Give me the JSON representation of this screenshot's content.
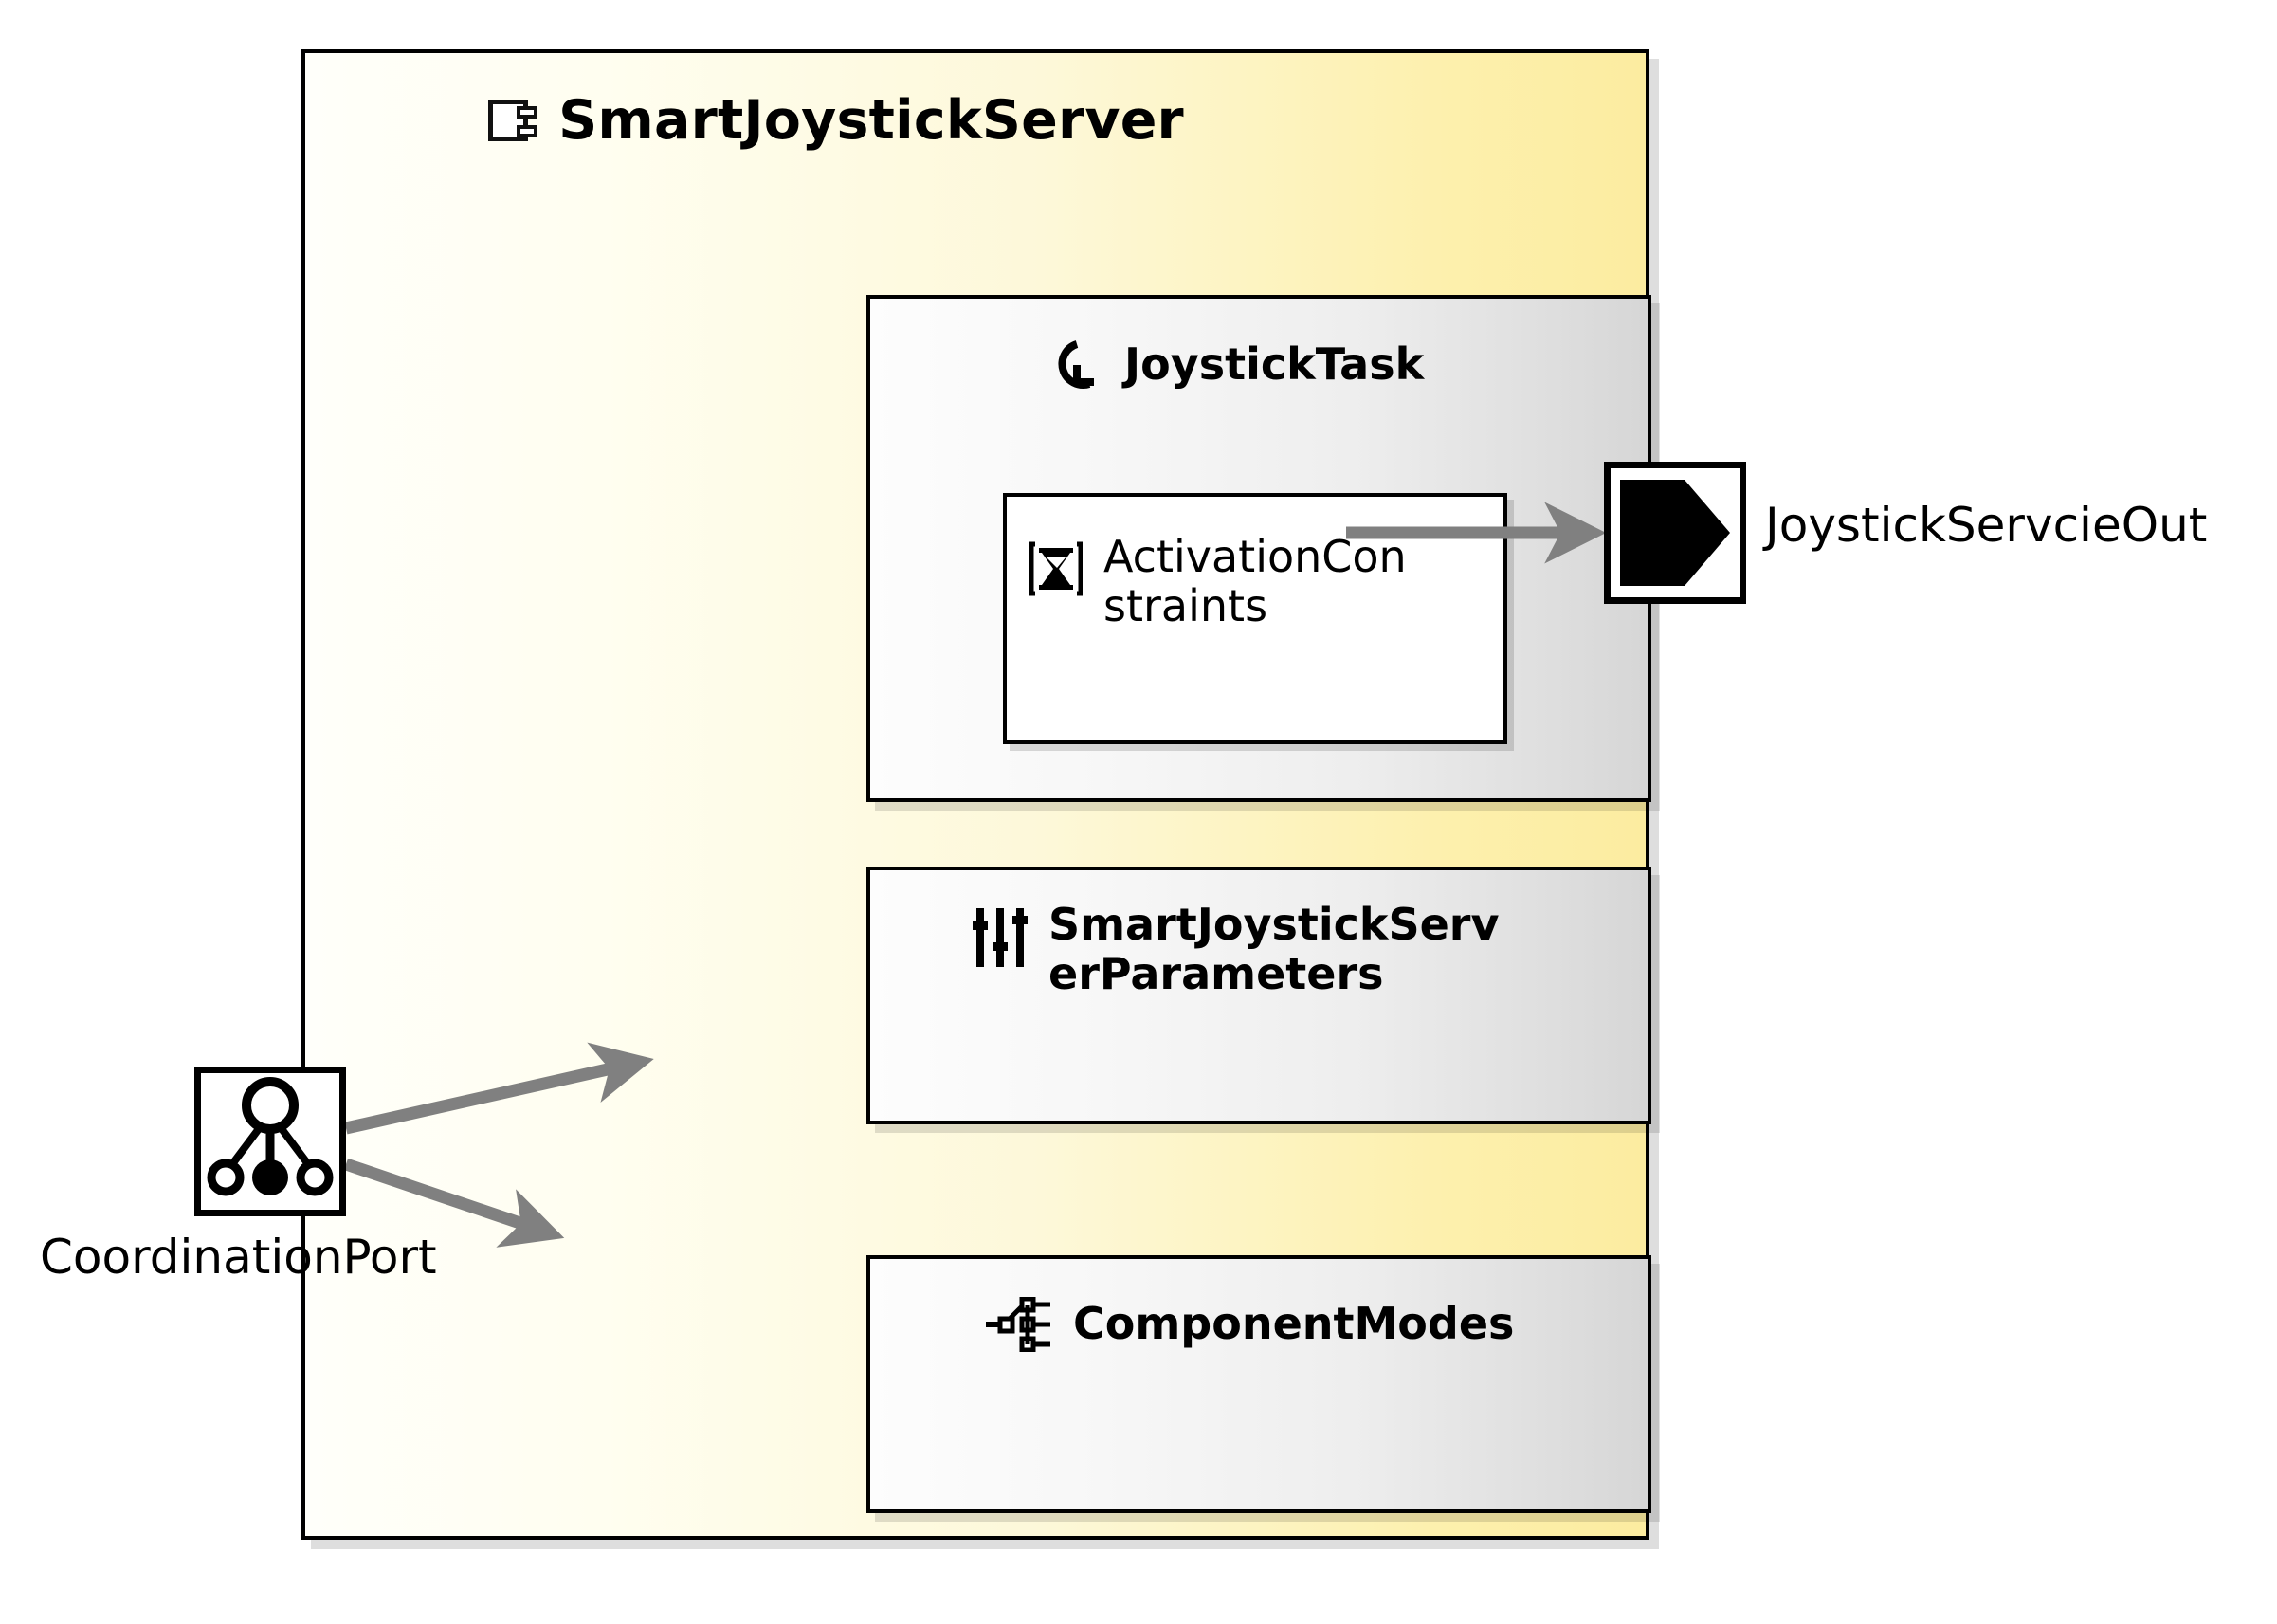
{
  "diagram": {
    "type": "uml-component-diagram",
    "title": "SmartJoystickServer",
    "component": {
      "name": "SmartJoystickServer",
      "icon": "component-icon",
      "fill_gradient_from": "#fffffa",
      "fill_gradient_to": "#fcecA0",
      "border_color": "#000000"
    },
    "members": [
      {
        "id": "joystick-task",
        "name": "JoystickTask",
        "icon": "cycle-icon",
        "bold": true,
        "children": [
          {
            "id": "activation-constraints",
            "name": "ActivationConstraints",
            "name_line1": "ActivationCons",
            "name_line2": "traints",
            "icon": "hourglass-icon",
            "bold": false
          }
        ]
      },
      {
        "id": "smart-joystick-server-parameters",
        "name": "SmartJoystickServerParameters",
        "name_line1": "SmartJoystickServerPar",
        "name_line2": "ameters",
        "icon": "sliders-icon",
        "bold": true,
        "children": []
      },
      {
        "id": "component-modes",
        "name": "ComponentModes",
        "icon": "modes-icon",
        "bold": true,
        "children": []
      }
    ],
    "ports": [
      {
        "id": "joystick-servcie-out",
        "label": "JoystickServcieOut",
        "icon": "output-port-icon",
        "kind": "output",
        "position": "right"
      },
      {
        "id": "coordination-port",
        "label": "CoordinationPort",
        "icon": "coordination-port-icon",
        "kind": "coordination",
        "position": "left"
      }
    ],
    "connectors": [
      {
        "id": "task-to-out",
        "from": "joystick-task",
        "to": "joystick-servcie-out",
        "color": "#808080",
        "arrow": "filled"
      },
      {
        "id": "coord-to-parameters",
        "from": "coordination-port",
        "to": "smart-joystick-server-parameters",
        "color": "#808080",
        "arrow": "filled"
      },
      {
        "id": "coord-to-modes",
        "from": "coordination-port",
        "to": "component-modes",
        "color": "#808080",
        "arrow": "filled"
      }
    ]
  }
}
